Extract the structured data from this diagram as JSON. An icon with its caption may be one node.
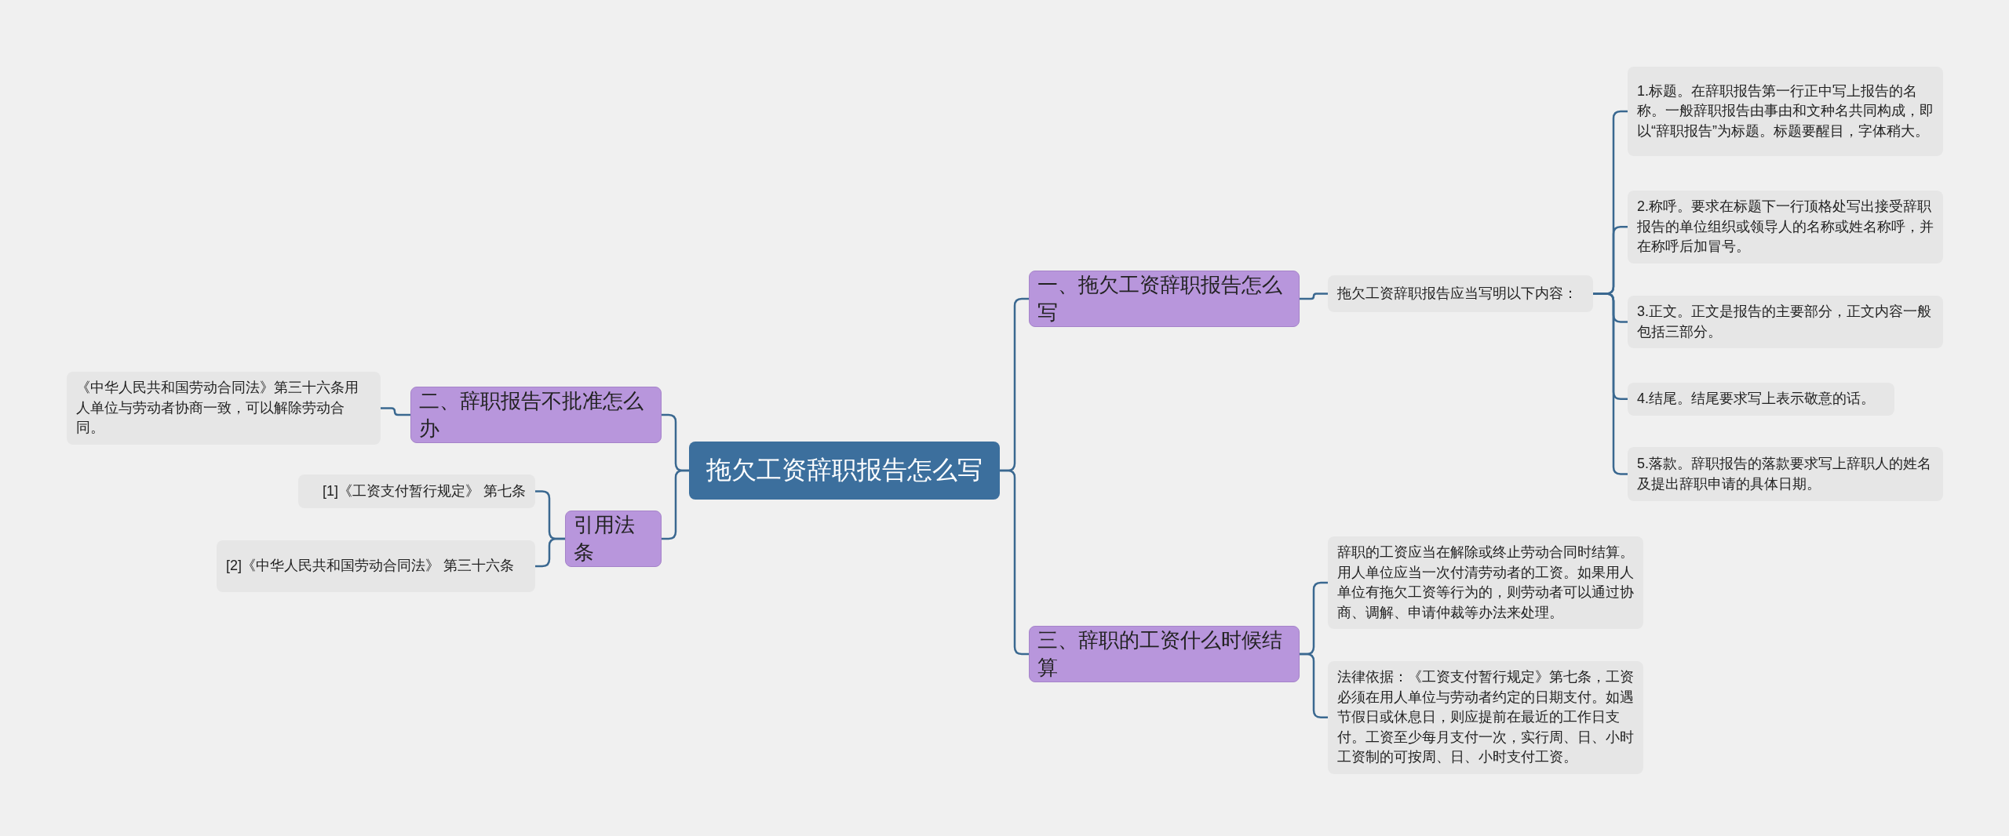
{
  "diagram": {
    "nodes": [
      {
        "text": [
          "拖欠工资辞职报告怎么写"
        ]
      },
      {
        "text": [
          "一、拖欠工资辞职报告怎么写"
        ]
      },
      {
        "text": [
          "拖欠工资辞职报告应当写明以下内容："
        ]
      },
      {
        "text": [
          "1.标题。在辞职报告第一行正中写上报告的名称。一般辞职报告由事由和文种名共同构成，即以“辞职报告”为标题。标题要醒目，字体稍大。"
        ]
      },
      {
        "text": [
          "2.称呼。要求在标题下一行顶格处写出接受辞职报告的单位组织或领导人的名称或姓名称呼，并在称呼后加冒号。"
        ]
      },
      {
        "text": [
          "3.正文。正文是报告的主要部分，正文内容一般包括三部分。"
        ]
      },
      {
        "text": [
          "4.结尾。结尾要求写上表示敬意的话。"
        ]
      },
      {
        "text": [
          "5.落款。辞职报告的落款要求写上辞职人的姓名及提出辞职申请的具体日期。"
        ]
      },
      {
        "text": [
          "二、辞职报告不批准怎么办"
        ]
      },
      {
        "text": [
          "《中华人民共和国劳动合同法》第三十六条用人单位与劳动者协商一致，可以解除劳动合同。"
        ]
      },
      {
        "text": [
          "引用法条"
        ]
      },
      {
        "text": [
          "[1]《工资支付暂行规定》 第七条"
        ]
      },
      {
        "text": [
          "[2]《中华人民共和国劳动合同法》 第三十六条"
        ]
      },
      {
        "text": [
          "三、辞职的工资什么时候结算"
        ]
      },
      {
        "text": [
          "辞职的工资应当在解除或终止劳动合同时结算。用人单位应当一次付清劳动者的工资。如果用人单位有拖欠工资等行为的，则劳动者可以通过协商、调解、申请仲裁等办法来处理。"
        ]
      },
      {
        "text": [
          "法律依据：《工资支付暂行规定》第七条，工资必须在用人单位与劳动者约定的日期支付。如遇节假日或休息日，则应提前在最近的工作日支付。工资至少每月支付一次，实行周、日、小时工资制的可按周、日、小时支付工资。"
        ]
      }
    ],
    "edges": [
      {
        "from": 0,
        "to": 1,
        "arrow": "none"
      },
      {
        "from": 1,
        "to": 2,
        "arrow": "none"
      },
      {
        "from": 2,
        "to": 3,
        "arrow": "none"
      },
      {
        "from": 2,
        "to": 4,
        "arrow": "none"
      },
      {
        "from": 2,
        "to": 5,
        "arrow": "none"
      },
      {
        "from": 2,
        "to": 6,
        "arrow": "none"
      },
      {
        "from": 2,
        "to": 7,
        "arrow": "none"
      },
      {
        "from": 0,
        "to": 8,
        "arrow": "none"
      },
      {
        "from": 8,
        "to": 9,
        "arrow": "none"
      },
      {
        "from": 0,
        "to": 10,
        "arrow": "none"
      },
      {
        "from": 10,
        "to": 11,
        "arrow": "none"
      },
      {
        "from": 10,
        "to": 12,
        "arrow": "none"
      },
      {
        "from": 0,
        "to": 13,
        "arrow": "none"
      },
      {
        "from": 13,
        "to": 14,
        "arrow": "none"
      },
      {
        "from": 13,
        "to": 15,
        "arrow": "none"
      }
    ]
  }
}
